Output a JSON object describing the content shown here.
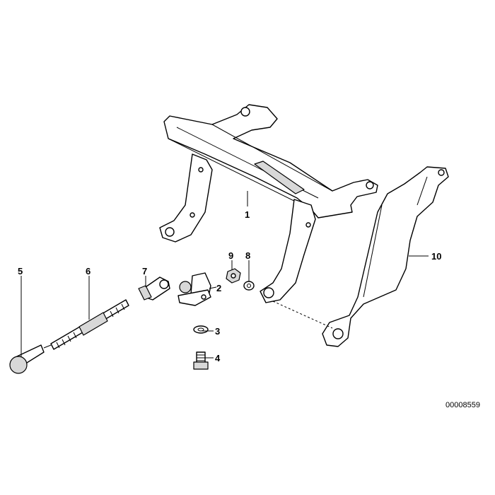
{
  "diagram": {
    "reference_number": "00008559",
    "callouts": [
      {
        "id": "1",
        "label": "1"
      },
      {
        "id": "2",
        "label": "2"
      },
      {
        "id": "3",
        "label": "3"
      },
      {
        "id": "4",
        "label": "4"
      },
      {
        "id": "5",
        "label": "5"
      },
      {
        "id": "6",
        "label": "6"
      },
      {
        "id": "7",
        "label": "7"
      },
      {
        "id": "8",
        "label": "8"
      },
      {
        "id": "9",
        "label": "9"
      },
      {
        "id": "10",
        "label": "10"
      }
    ]
  }
}
